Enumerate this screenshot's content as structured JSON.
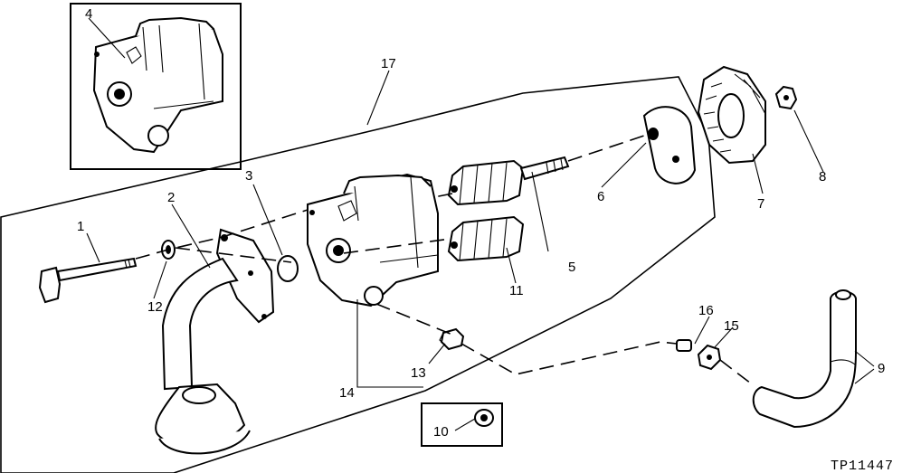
{
  "figure_code": "TP11447",
  "callouts": {
    "c1": "1",
    "c2": "2",
    "c3": "3",
    "c4": "4",
    "c5": "5",
    "c6": "6",
    "c7": "7",
    "c8": "8",
    "c9": "9",
    "c10": "10",
    "c11": "11",
    "c12": "12",
    "c13": "13",
    "c14": "14",
    "c15": "15",
    "c16": "16",
    "c17": "17"
  }
}
